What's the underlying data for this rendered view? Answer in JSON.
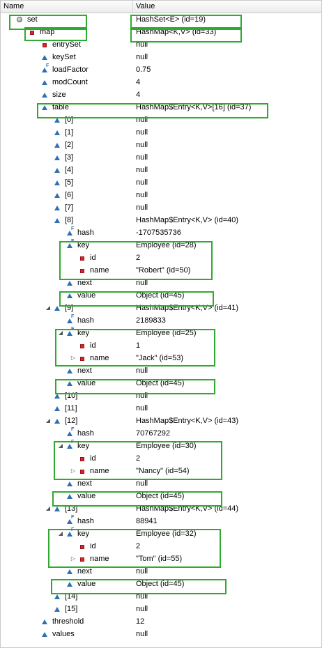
{
  "header": {
    "name": "Name",
    "value": "Value"
  },
  "rows": [
    {
      "name": "set",
      "value": "HashSet<E>  (id=19)",
      "icon": "circle-icon",
      "indent": 0,
      "expander": ""
    },
    {
      "name": "map",
      "value": "HashMap<K,V>  (id=33)",
      "icon": "private-field-icon",
      "indent": 1,
      "expander": ""
    },
    {
      "name": "entrySet",
      "value": "null",
      "icon": "private-field-icon",
      "indent": 2,
      "expander": ""
    },
    {
      "name": "keySet",
      "value": "null",
      "icon": "field-icon",
      "indent": 2,
      "expander": ""
    },
    {
      "name": "loadFactor",
      "value": "0.75",
      "icon": "final-field-icon",
      "indent": 2,
      "expander": ""
    },
    {
      "name": "modCount",
      "value": "4",
      "icon": "field-icon",
      "indent": 2,
      "expander": ""
    },
    {
      "name": "size",
      "value": "4",
      "icon": "field-icon",
      "indent": 2,
      "expander": ""
    },
    {
      "name": "table",
      "value": "HashMap$Entry<K,V>[16]  (id=37)",
      "icon": "field-icon",
      "indent": 2,
      "expander": ""
    },
    {
      "name": "[0]",
      "value": "null",
      "icon": "field-icon",
      "indent": 3,
      "expander": ""
    },
    {
      "name": "[1]",
      "value": "null",
      "icon": "field-icon",
      "indent": 3,
      "expander": ""
    },
    {
      "name": "[2]",
      "value": "null",
      "icon": "field-icon",
      "indent": 3,
      "expander": ""
    },
    {
      "name": "[3]",
      "value": "null",
      "icon": "field-icon",
      "indent": 3,
      "expander": ""
    },
    {
      "name": "[4]",
      "value": "null",
      "icon": "field-icon",
      "indent": 3,
      "expander": ""
    },
    {
      "name": "[5]",
      "value": "null",
      "icon": "field-icon",
      "indent": 3,
      "expander": ""
    },
    {
      "name": "[6]",
      "value": "null",
      "icon": "field-icon",
      "indent": 3,
      "expander": ""
    },
    {
      "name": "[7]",
      "value": "null",
      "icon": "field-icon",
      "indent": 3,
      "expander": ""
    },
    {
      "name": "[8]",
      "value": "HashMap$Entry<K,V>  (id=40)",
      "icon": "field-icon",
      "indent": 3,
      "expander": ""
    },
    {
      "name": "hash",
      "value": "-1707535736",
      "icon": "final-field-icon",
      "indent": 4,
      "expander": ""
    },
    {
      "name": "key",
      "value": "Employee  (id=28)",
      "icon": "final-field-icon",
      "indent": 4,
      "expander": ""
    },
    {
      "name": "id",
      "value": "2",
      "icon": "private-field-icon",
      "indent": 5,
      "expander": ""
    },
    {
      "name": "name",
      "value": "\"Robert\" (id=50)",
      "icon": "private-field-icon",
      "indent": 5,
      "expander": ""
    },
    {
      "name": "next",
      "value": "null",
      "icon": "field-icon",
      "indent": 4,
      "expander": ""
    },
    {
      "name": "value",
      "value": "Object  (id=45)",
      "icon": "field-icon",
      "indent": 4,
      "expander": ""
    },
    {
      "name": "[9]",
      "value": "HashMap$Entry<K,V>  (id=41)",
      "icon": "field-icon",
      "indent": 3,
      "expander": "expanded"
    },
    {
      "name": "hash",
      "value": "2189833",
      "icon": "final-field-icon",
      "indent": 4,
      "expander": ""
    },
    {
      "name": "key",
      "value": "Employee  (id=25)",
      "icon": "final-field-icon",
      "indent": 4,
      "expander": "expanded"
    },
    {
      "name": "id",
      "value": "1",
      "icon": "private-field-icon",
      "indent": 5,
      "expander": ""
    },
    {
      "name": "name",
      "value": "\"Jack\" (id=53)",
      "icon": "private-field-icon",
      "indent": 5,
      "expander": "collapsed"
    },
    {
      "name": "next",
      "value": "null",
      "icon": "field-icon",
      "indent": 4,
      "expander": ""
    },
    {
      "name": "value",
      "value": "Object  (id=45)",
      "icon": "field-icon",
      "indent": 4,
      "expander": ""
    },
    {
      "name": "[10]",
      "value": "null",
      "icon": "field-icon",
      "indent": 3,
      "expander": ""
    },
    {
      "name": "[11]",
      "value": "null",
      "icon": "field-icon",
      "indent": 3,
      "expander": ""
    },
    {
      "name": "[12]",
      "value": "HashMap$Entry<K,V>  (id=43)",
      "icon": "field-icon",
      "indent": 3,
      "expander": "expanded"
    },
    {
      "name": "hash",
      "value": "70767292",
      "icon": "final-field-icon",
      "indent": 4,
      "expander": ""
    },
    {
      "name": "key",
      "value": "Employee  (id=30)",
      "icon": "final-field-icon",
      "indent": 4,
      "expander": "expanded"
    },
    {
      "name": "id",
      "value": "2",
      "icon": "private-field-icon",
      "indent": 5,
      "expander": ""
    },
    {
      "name": "name",
      "value": "\"Nancy\" (id=54)",
      "icon": "private-field-icon",
      "indent": 5,
      "expander": "collapsed"
    },
    {
      "name": "next",
      "value": "null",
      "icon": "field-icon",
      "indent": 4,
      "expander": ""
    },
    {
      "name": "value",
      "value": "Object  (id=45)",
      "icon": "field-icon",
      "indent": 4,
      "expander": ""
    },
    {
      "name": "[13]",
      "value": "HashMap$Entry<K,V>  (id=44)",
      "icon": "field-icon",
      "indent": 3,
      "expander": "expanded"
    },
    {
      "name": "hash",
      "value": "88941",
      "icon": "final-field-icon",
      "indent": 4,
      "expander": ""
    },
    {
      "name": "key",
      "value": "Employee  (id=32)",
      "icon": "final-field-icon",
      "indent": 4,
      "expander": "expanded"
    },
    {
      "name": "id",
      "value": "2",
      "icon": "private-field-icon",
      "indent": 5,
      "expander": ""
    },
    {
      "name": "name",
      "value": "\"Tom\" (id=55)",
      "icon": "private-field-icon",
      "indent": 5,
      "expander": "collapsed"
    },
    {
      "name": "next",
      "value": "null",
      "icon": "field-icon",
      "indent": 4,
      "expander": ""
    },
    {
      "name": "value",
      "value": "Object  (id=45)",
      "icon": "field-icon",
      "indent": 4,
      "expander": ""
    },
    {
      "name": "[14]",
      "value": "null",
      "icon": "field-icon",
      "indent": 3,
      "expander": ""
    },
    {
      "name": "[15]",
      "value": "null",
      "icon": "field-icon",
      "indent": 3,
      "expander": ""
    },
    {
      "name": "threshold",
      "value": "12",
      "icon": "field-icon",
      "indent": 2,
      "expander": ""
    },
    {
      "name": "values",
      "value": "null",
      "icon": "field-icon",
      "indent": 2,
      "expander": ""
    }
  ],
  "highlights": [
    {
      "label": "set-name-highlight"
    },
    {
      "label": "set-value-highlight"
    },
    {
      "label": "map-name-highlight"
    },
    {
      "label": "map-value-highlight"
    },
    {
      "label": "table-highlight"
    },
    {
      "label": "entry8-key-highlight"
    },
    {
      "label": "entry8-value-highlight"
    },
    {
      "label": "entry9-key-highlight"
    },
    {
      "label": "entry9-value-highlight"
    },
    {
      "label": "entry12-key-highlight"
    },
    {
      "label": "entry12-value-highlight"
    },
    {
      "label": "entry13-key-highlight"
    },
    {
      "label": "entry13-value-highlight"
    }
  ],
  "colors": {
    "highlight": "#2eaa2e",
    "field": "#2f6fb4",
    "private": "#d8262f"
  }
}
